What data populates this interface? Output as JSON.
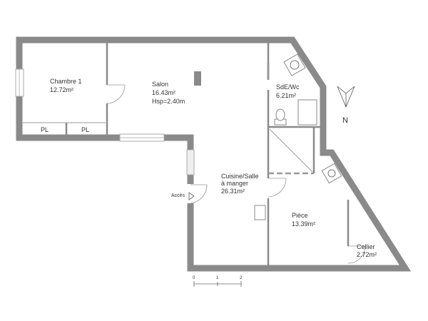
{
  "rooms": [
    {
      "name": "Chambre 1",
      "area": "12.72m²"
    },
    {
      "name": "Salon",
      "area": "16.43m²",
      "height": "Hsp=2.40m"
    },
    {
      "name": "SdE/Wc",
      "area": "6.21m²"
    },
    {
      "name_line1": "Cuisine/Salle",
      "name_line2": "à manger",
      "area": "26.31m²"
    },
    {
      "name": "Pièce",
      "area": "13.39m²"
    },
    {
      "name": "Cellier",
      "area": "2.72m²"
    }
  ],
  "closets": [
    "PL",
    "PL"
  ],
  "entrance_label": "Accès",
  "compass": {
    "label": "N"
  },
  "scale_bar": {
    "ticks": [
      "0",
      "1",
      "2"
    ]
  },
  "colors": {
    "wall": "#8a8a8a",
    "text": "#333333"
  }
}
